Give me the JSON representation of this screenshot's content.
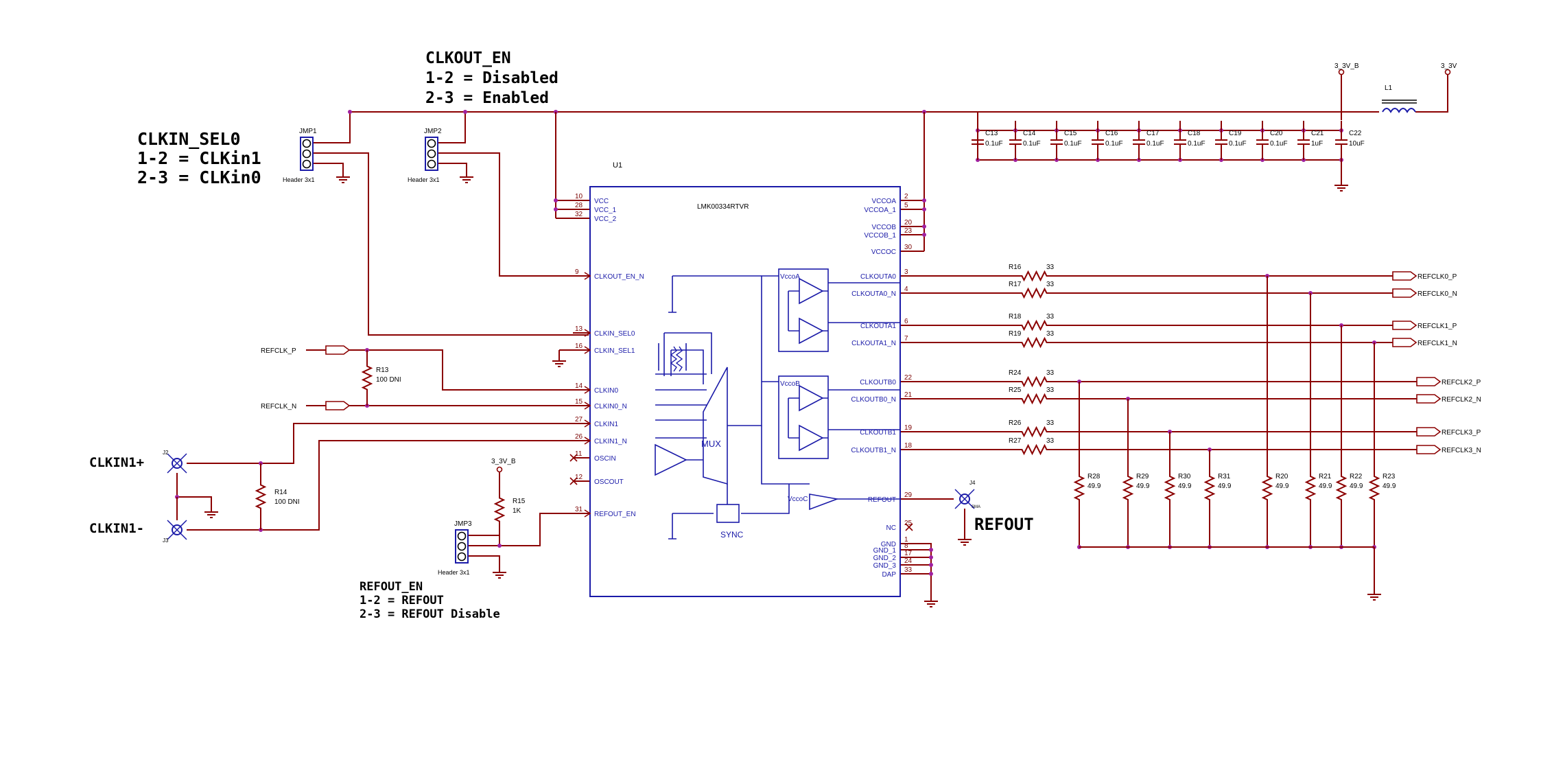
{
  "annotations": {
    "clkout_en": [
      "CLKOUT_EN",
      "1-2 = Disabled",
      "2-3 = Enabled"
    ],
    "clkin_sel0": [
      "CLKIN_SEL0",
      "1-2 = CLKin1",
      "2-3 = CLKin0"
    ],
    "refout_en": [
      "REFOUT_EN",
      "1-2 = REFOUT",
      "2-3 = REFOUT Disable"
    ]
  },
  "power": {
    "rail_b": "3_3V_B",
    "rail_a": "3_3V",
    "inductor": "L1",
    "r15_rail": "3_3V_B"
  },
  "jumpers": [
    {
      "ref": "JMP1",
      "footprint": "Header 3x1"
    },
    {
      "ref": "JMP2",
      "footprint": "Header 3x1"
    },
    {
      "ref": "JMP3",
      "footprint": "Header 3x1"
    }
  ],
  "capacitors": [
    {
      "ref": "C13",
      "value": "0.1uF"
    },
    {
      "ref": "C14",
      "value": "0.1uF"
    },
    {
      "ref": "C15",
      "value": "0.1uF"
    },
    {
      "ref": "C16",
      "value": "0.1uF"
    },
    {
      "ref": "C17",
      "value": "0.1uF"
    },
    {
      "ref": "C18",
      "value": "0.1uF"
    },
    {
      "ref": "C19",
      "value": "0.1uF"
    },
    {
      "ref": "C20",
      "value": "0.1uF"
    },
    {
      "ref": "C21",
      "value": "1uF"
    },
    {
      "ref": "C22",
      "value": "10uF"
    }
  ],
  "ic": {
    "ref": "U1",
    "part": "LMK00334RTVR",
    "left_pins": [
      {
        "num": "10",
        "name": "VCC"
      },
      {
        "num": "28",
        "name": "VCC_1"
      },
      {
        "num": "32",
        "name": "VCC_2"
      },
      {
        "num": "9",
        "name": "CLKOUT_EN_N"
      },
      {
        "num": "13",
        "name": "CLKIN_SEL0"
      },
      {
        "num": "16",
        "name": "CLKIN_SEL1"
      },
      {
        "num": "14",
        "name": "CLKIN0"
      },
      {
        "num": "15",
        "name": "CLKIN0_N"
      },
      {
        "num": "27",
        "name": "CLKIN1"
      },
      {
        "num": "26",
        "name": "CLKIN1_N"
      },
      {
        "num": "11",
        "name": "OSCIN"
      },
      {
        "num": "12",
        "name": "OSCOUT"
      },
      {
        "num": "31",
        "name": "REFOUT_EN"
      }
    ],
    "right_pins": [
      {
        "num": "2",
        "name": "VCCOA"
      },
      {
        "num": "5",
        "name": "VCCOA_1"
      },
      {
        "num": "20",
        "name": "VCCOB"
      },
      {
        "num": "23",
        "name": "VCCOB_1"
      },
      {
        "num": "30",
        "name": "VCCOC"
      },
      {
        "num": "3",
        "name": "CLKOUTA0"
      },
      {
        "num": "4",
        "name": "CLKOUTA0_N"
      },
      {
        "num": "6",
        "name": "CLKOUTA1"
      },
      {
        "num": "7",
        "name": "CLKOUTA1_N"
      },
      {
        "num": "22",
        "name": "CLKOUTB0"
      },
      {
        "num": "21",
        "name": "CLKOUTB0_N"
      },
      {
        "num": "19",
        "name": "CLKOUTB1"
      },
      {
        "num": "18",
        "name": "CLKOUTB1_N"
      },
      {
        "num": "29",
        "name": "REFOUT"
      },
      {
        "num": "25",
        "name": "NC"
      },
      {
        "num": "1",
        "name": "GND"
      },
      {
        "num": "8",
        "name": "GND_1"
      },
      {
        "num": "17",
        "name": "GND_2"
      },
      {
        "num": "24",
        "name": "GND_3"
      },
      {
        "num": "33",
        "name": "DAP"
      }
    ],
    "internal": {
      "mux": "MUX",
      "sync": "SYNC",
      "vcca": "VccoA",
      "vccb": "VccoB",
      "vccc": "VccoC"
    }
  },
  "series_resistors": [
    {
      "ref": "R16",
      "value": "33"
    },
    {
      "ref": "R17",
      "value": "33"
    },
    {
      "ref": "R18",
      "value": "33"
    },
    {
      "ref": "R19",
      "value": "33"
    },
    {
      "ref": "R24",
      "value": "33"
    },
    {
      "ref": "R25",
      "value": "33"
    },
    {
      "ref": "R26",
      "value": "33"
    },
    {
      "ref": "R27",
      "value": "33"
    }
  ],
  "output_nets": [
    "REFCLK0_P",
    "REFCLK0_N",
    "REFCLK1_P",
    "REFCLK1_N",
    "REFCLK2_P",
    "REFCLK2_N",
    "REFCLK3_P",
    "REFCLK3_N"
  ],
  "termination_resistors": [
    {
      "ref": "R28",
      "value": "49.9"
    },
    {
      "ref": "R29",
      "value": "49.9"
    },
    {
      "ref": "R30",
      "value": "49.9"
    },
    {
      "ref": "R31",
      "value": "49.9"
    },
    {
      "ref": "R20",
      "value": "49.9"
    },
    {
      "ref": "R21",
      "value": "49.9"
    },
    {
      "ref": "R22",
      "value": "49.9"
    },
    {
      "ref": "R23",
      "value": "49.9"
    }
  ],
  "input_nets": {
    "p": "REFCLK_P",
    "n": "REFCLK_N"
  },
  "input_resistors": [
    {
      "ref": "R13",
      "value": "100 DNI"
    },
    {
      "ref": "R14",
      "value": "100 DNI"
    },
    {
      "ref": "R15",
      "value": "1K"
    }
  ],
  "connectors": {
    "j2": "J2",
    "j3": "J3",
    "j4": "J4",
    "clkin_p": "CLKIN1+",
    "clkin_n": "CLKIN1-",
    "refout": "REFOUT",
    "sma": "SMA"
  }
}
